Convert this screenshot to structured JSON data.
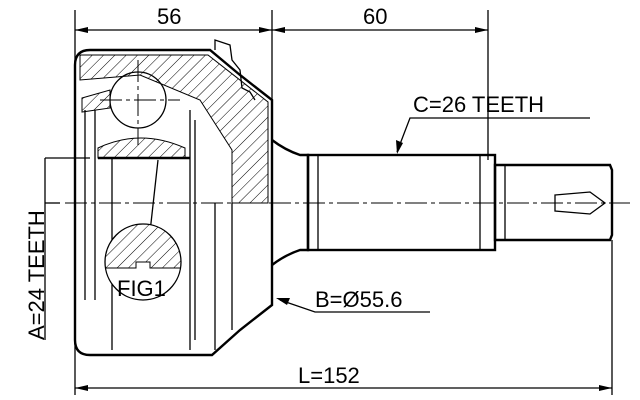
{
  "dimensions": {
    "width_body": "56",
    "width_shaft": "60",
    "spline_outer": "C=26 TEETH",
    "spline_inner": "A=24 TEETH",
    "seal_diameter": "B=Ø55.6",
    "length": "L=152",
    "detail": "FIG1"
  }
}
